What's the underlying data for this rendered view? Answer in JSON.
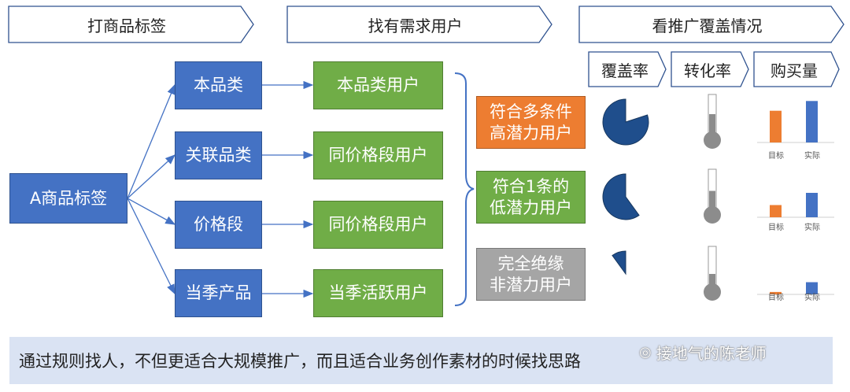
{
  "headers": {
    "tag": "打商品标签",
    "find": "找有需求用户",
    "coverage": "看推广覆盖情况"
  },
  "source_node": "A商品标签",
  "categories": [
    "本品类",
    "关联品类",
    "价格段",
    "当季产品"
  ],
  "user_groups": [
    "本品类用户",
    "同价格段用户",
    "同价格段用户",
    "当季活跃用户"
  ],
  "segments": [
    {
      "line1": "符合多条件",
      "line2": "高潜力用户",
      "color": "#ED7D31"
    },
    {
      "line1": "符合1条的",
      "line2": "低潜力用户",
      "color": "#70AD47"
    },
    {
      "line1": "完全绝缘",
      "line2": "非潜力用户",
      "color": "#A5A5A5"
    }
  ],
  "metrics": [
    "覆盖率",
    "转化率",
    "购买量"
  ],
  "bar_labels": {
    "target": "目标",
    "actual": "实际"
  },
  "chart_data": [
    {
      "type": "pie",
      "row": 1,
      "coverage_fraction": 0.8,
      "thermometer_level": 0.5,
      "bars": {
        "categories": [
          "目标",
          "实际"
        ],
        "values": [
          0.65,
          0.85
        ],
        "colors": [
          "#ED7D31",
          "#4472C4"
        ]
      }
    },
    {
      "type": "pie",
      "row": 2,
      "coverage_fraction": 0.6,
      "thermometer_level": 0.45,
      "bars": {
        "categories": [
          "目标",
          "实际"
        ],
        "values": [
          0.25,
          0.5
        ],
        "colors": [
          "#ED7D31",
          "#4472C4"
        ]
      }
    },
    {
      "type": "pie",
      "row": 3,
      "coverage_fraction": 0.1,
      "thermometer_level": 0.3,
      "bars": {
        "categories": [
          "目标",
          "实际"
        ],
        "values": [
          0.05,
          0.25
        ],
        "colors": [
          "#ED7D31",
          "#4472C4"
        ]
      }
    }
  ],
  "note": "通过规则找人，不但更适合大规模推广，而且适合业务创作素材的时候找思路",
  "watermark": "接地气的陈老师",
  "colors": {
    "blue": "#4472C4",
    "green": "#70AD47",
    "orange": "#ED7D31",
    "gray": "#A5A5A5",
    "dark_blue": "#1F4E8C",
    "note_bg": "#DAE3F3"
  }
}
